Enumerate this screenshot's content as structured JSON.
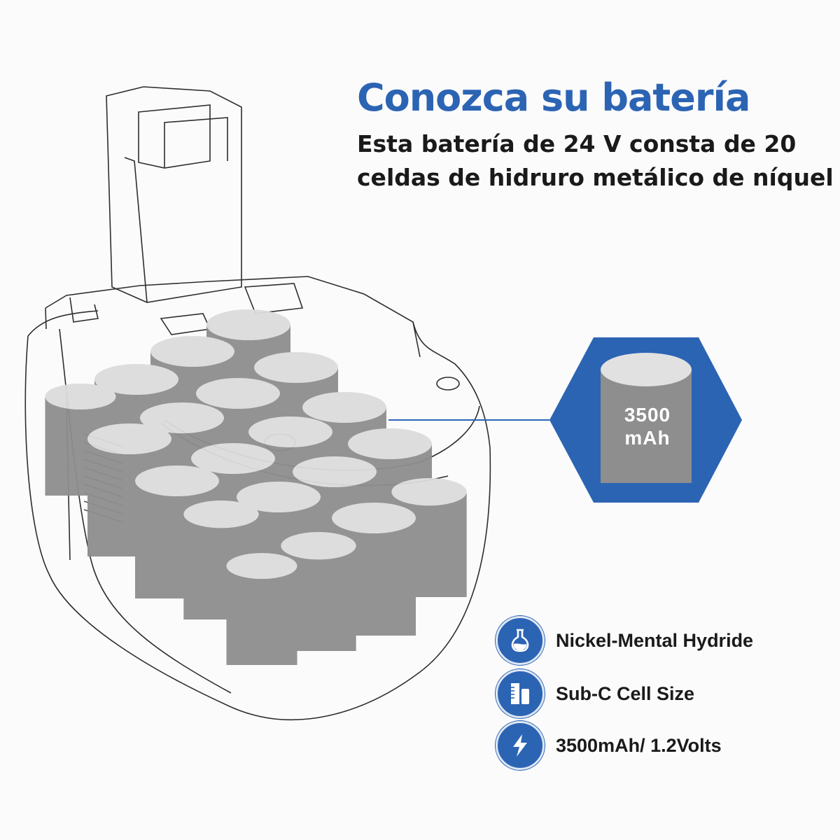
{
  "headline": "Conozca su batería",
  "description": {
    "line1": "Esta batería de 24 V consta de 20",
    "line2": "celdas de hidruro metálico de níquel"
  },
  "cell_callout": {
    "capacity_number": "3500",
    "capacity_unit": "mAh"
  },
  "features": [
    {
      "icon": "flask-icon",
      "label": "Nickel-Mental Hydride"
    },
    {
      "icon": "cell-size-icon",
      "label": "Sub-C Cell Size"
    },
    {
      "icon": "lightning-bolt-icon",
      "label": "3500mAh/ 1.2Volts"
    }
  ],
  "colors": {
    "accent_blue": "#2c64b4",
    "cell_gray": "#8c8c8c",
    "cell_top": "#dcdcdc",
    "text_dark": "#1a1a1a"
  }
}
